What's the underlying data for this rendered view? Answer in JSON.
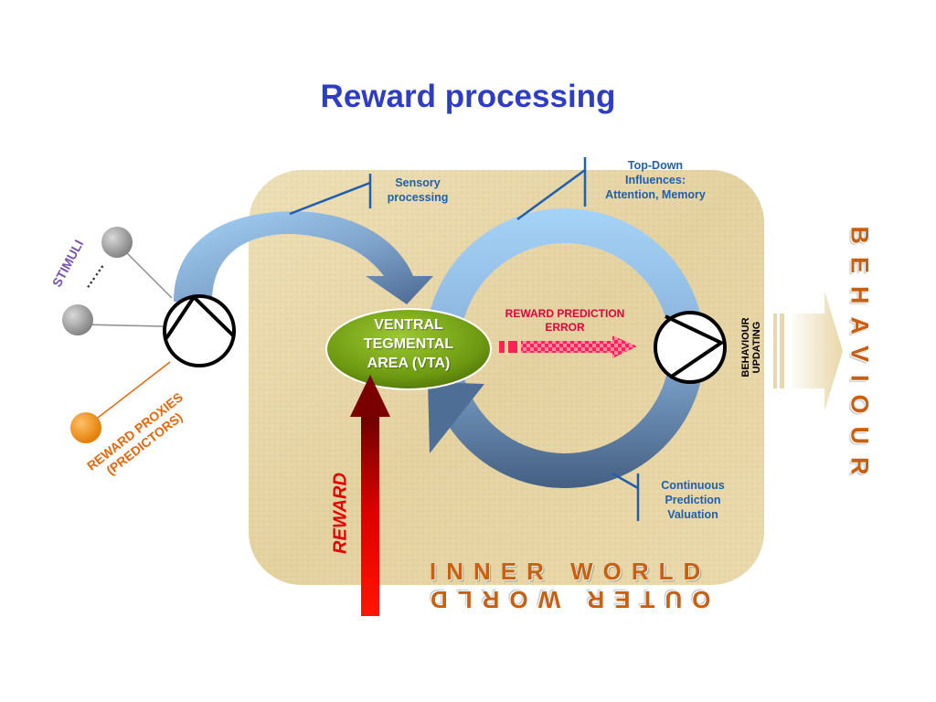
{
  "title": "Reward processing",
  "labels": {
    "sensory_processing": [
      "Sensory",
      "processing"
    ],
    "top_down": [
      "Top-Down",
      "Influences:",
      "Attention, Memory"
    ],
    "vta": [
      "VENTRAL",
      "TEGMENTAL",
      "AREA (VTA)"
    ],
    "reward_prediction_error": [
      "REWARD PREDICTION",
      "ERROR"
    ],
    "continuous_prediction": [
      "Continuous",
      "Prediction",
      "Valuation"
    ],
    "behaviour_updating": [
      "BEHAVIOUR",
      "UPDATING"
    ],
    "stimuli": "STIMULI",
    "stimuli_dots": "……",
    "reward_proxies": [
      "REWARD PROXIES",
      "(PREDICTORS)"
    ],
    "reward": "REWARD",
    "inner_world": "INNER WORLD",
    "outer_world": "OUTER WORLD",
    "behaviour": "BEHAVIOUR"
  },
  "colors": {
    "title": "#2E3DC4",
    "annotation_blue": "#1F5FB0",
    "vta_green": "#6E9A12",
    "error_red": "#E0003C",
    "proxy_orange": "#E8660A",
    "world_text": "#C86014",
    "panel": "#E8D7A8",
    "arrow_light": "#9CCBF2",
    "arrow_dark": "#4A6D97",
    "reward_arrow": "#E00000"
  }
}
